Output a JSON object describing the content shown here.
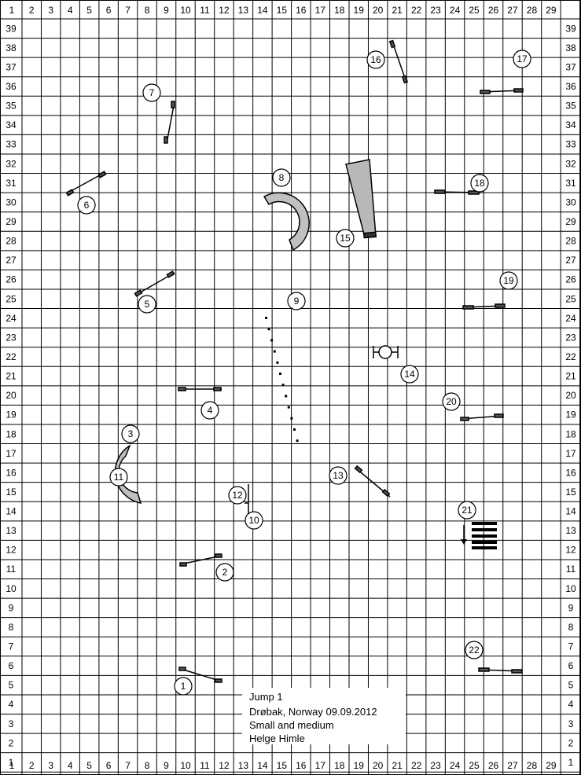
{
  "course": {
    "columns": 29,
    "rows": 39,
    "colors": {
      "grid": "#000000",
      "tunnel": "#c0c0c0",
      "aframe": "#b8b8b8",
      "background": "#ffffff"
    },
    "obstacle_numbers": [
      "1",
      "2",
      "3",
      "4",
      "5",
      "6",
      "7",
      "8",
      "9",
      "10",
      "11",
      "12",
      "13",
      "14",
      "15",
      "16",
      "17",
      "18",
      "19",
      "20",
      "21",
      "22"
    ]
  },
  "info": {
    "title": "Jump 1",
    "place_date": "Drøbak, Norway 09.09.2012",
    "class": "Small and medium",
    "judge": "Helge Himle"
  }
}
